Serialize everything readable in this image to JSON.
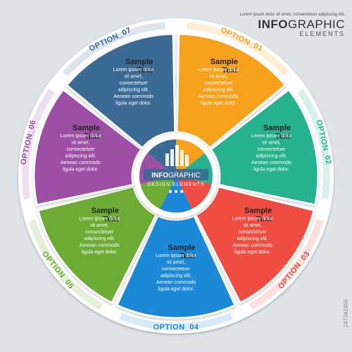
{
  "header": {
    "tagline": "Lorem ipsum dolor sit amet, consectetuer adipiscing elit.",
    "logo_main": "INFO",
    "logo_accent": "GRAPHIC",
    "logo_sub": "ELEMENTS"
  },
  "center": {
    "logo_main": "INFO",
    "logo_accent": "GRAPHIC",
    "sub": "DESIGN ELEMENTS"
  },
  "segments": [
    {
      "label": "OPTION_01",
      "title": "Sample",
      "title2": "Text",
      "body": [
        "Lorem ipsum dolor",
        "sit amet,",
        "consectetuer",
        "adipiscing elit.",
        "Aenean commodo",
        "ligula eget dolor."
      ],
      "color": "#f7a01e"
    },
    {
      "label": "OPTION_02",
      "title": "Sample",
      "title2": "Text",
      "body": [
        "Lorem ipsum dolor",
        "sit amet,",
        "consectetuer",
        "adipiscing elit.",
        "Aenean commodo",
        "ligula eget dolor."
      ],
      "color": "#27b18f"
    },
    {
      "label": "OPTION_03",
      "title": "Sample",
      "title2": "Text",
      "body": [
        "Lorem ipsum dolor",
        "sit amet,",
        "consectetuer",
        "adipiscing elit.",
        "Aenean commodo",
        "ligula eget dolor."
      ],
      "color": "#ef4d43"
    },
    {
      "label": "OPTION_04",
      "title": "Sample",
      "title2": "Text",
      "body": [
        "Lorem ipsum dolor",
        "sit amet,",
        "consectetuer",
        "adipiscing elit.",
        "Aenean commodo",
        "ligula eget dolor."
      ],
      "color": "#1e88d8"
    },
    {
      "label": "OPTION_05",
      "title": "Sample",
      "title2": "Text",
      "body": [
        "Lorem ipsum dolor",
        "sit amet,",
        "consectetuer",
        "adipiscing elit.",
        "Aenean commodo",
        "ligula eget dolor."
      ],
      "color": "#6cac34"
    },
    {
      "label": "OPTION_06",
      "title": "Sample",
      "title2": "Text",
      "body": [
        "Lorem ipsum dolor",
        "sit amet,",
        "consectetuer",
        "adipiscing elit.",
        "Aenean commodo",
        "ligula eget dolor."
      ],
      "color": "#9c4fa4"
    },
    {
      "label": "OPTION_07",
      "title": "Sample",
      "title2": "Text",
      "body": [
        "Lorem ipsum dolor",
        "sit amet,",
        "consectetuer",
        "adipiscing elit.",
        "Aenean commodo",
        "ligula eget dolor."
      ],
      "color": "#3b6a95"
    }
  ],
  "watermark": "247342456",
  "colors": {
    "background": "#dde3e6",
    "center_ring": "#ffffff",
    "divider": "#ffffff"
  }
}
